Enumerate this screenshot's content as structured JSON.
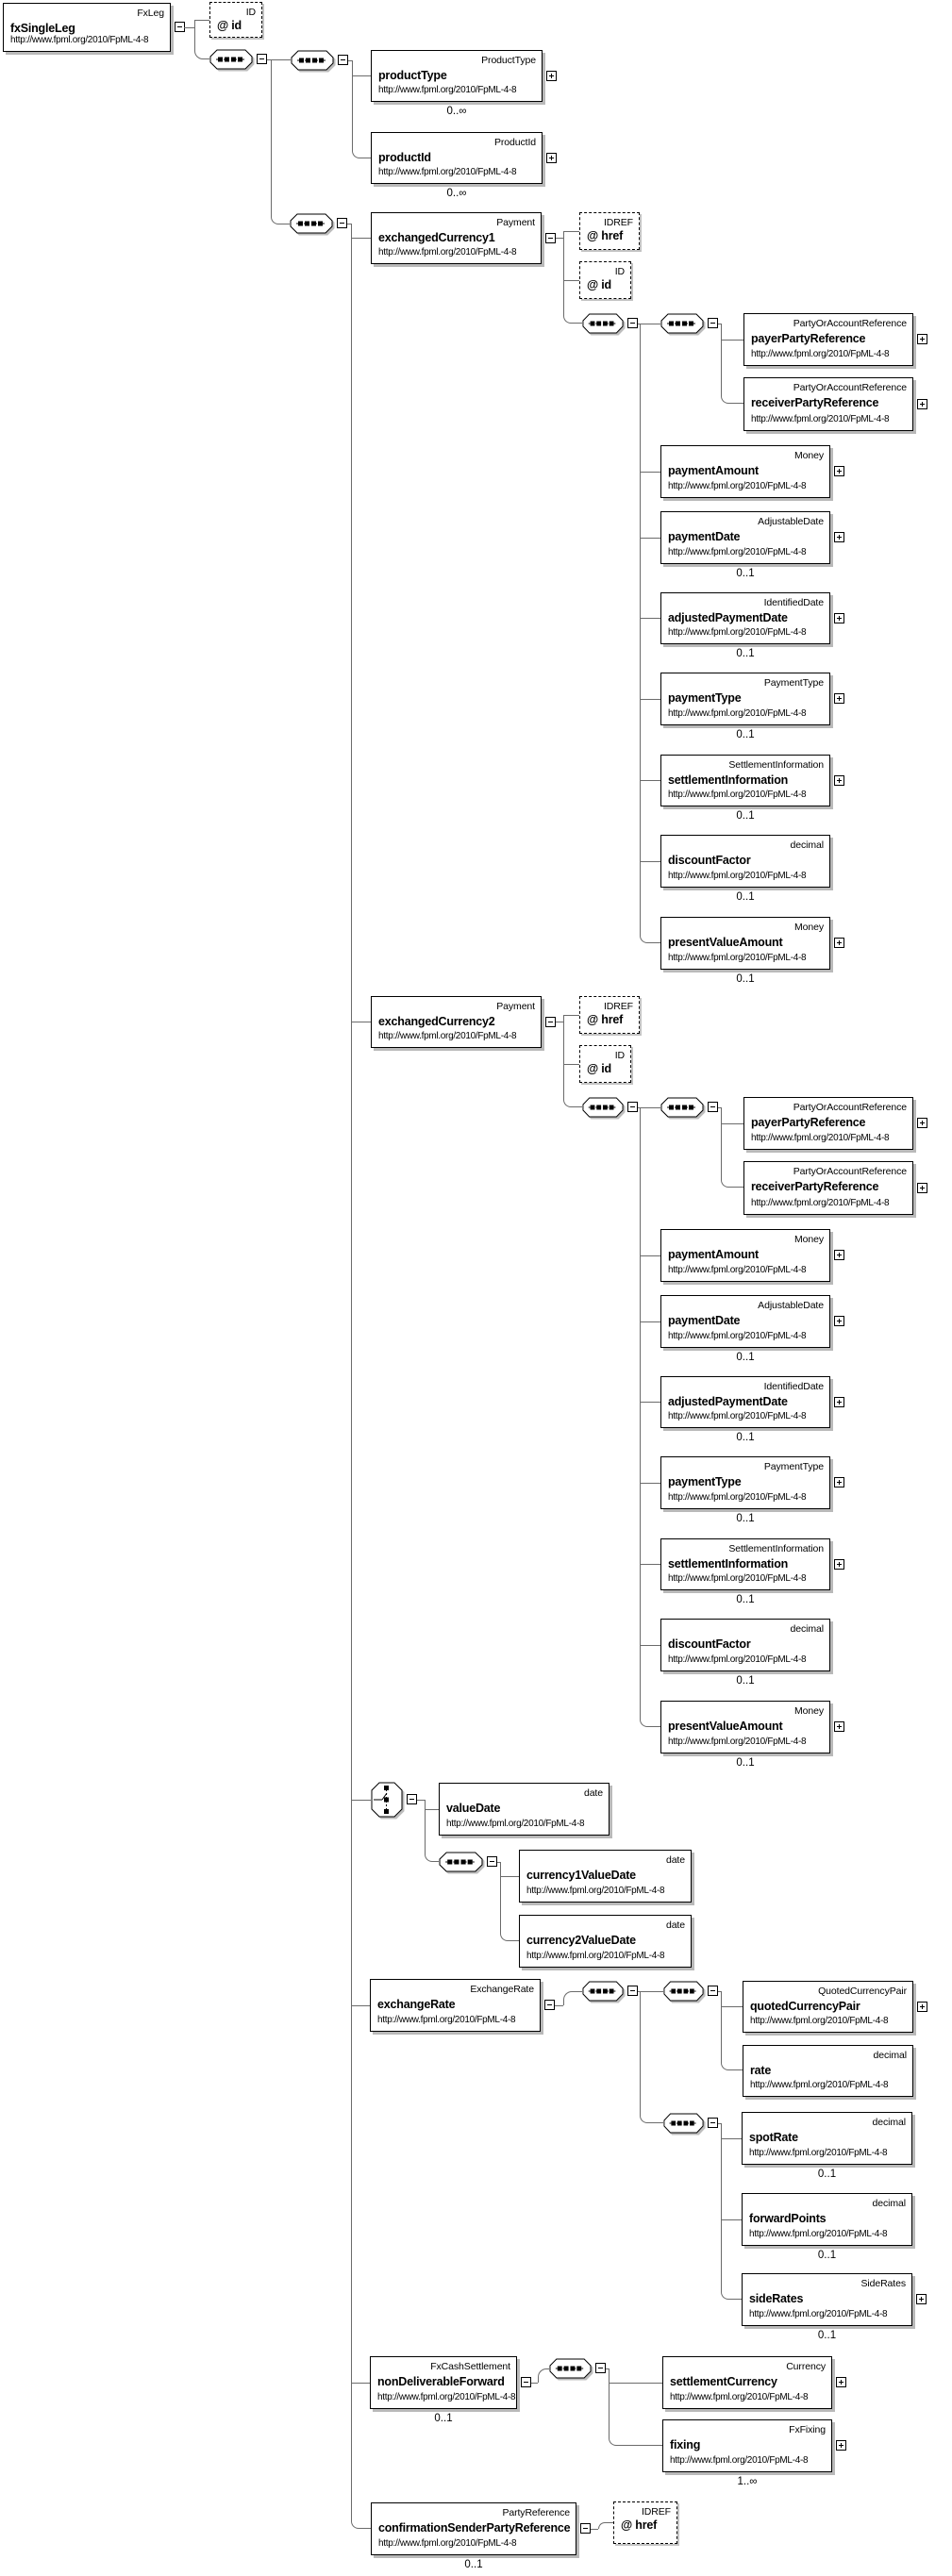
{
  "diagram": {
    "nodes": [
      {
        "id": "fxSingleLeg",
        "kind": "element",
        "name": "fxSingleLeg",
        "type": "FxLeg",
        "ns": "http://www.fpml.org/2010/FpML-4-8",
        "expander": "minus"
      },
      {
        "id": "rootAttrId",
        "kind": "attribute",
        "name": "@ id",
        "type": "ID"
      },
      {
        "id": "seq1",
        "kind": "sequence",
        "expander": "minus"
      },
      {
        "id": "seq2",
        "kind": "sequence",
        "expander": "minus"
      },
      {
        "id": "productType",
        "kind": "element",
        "name": "productType",
        "type": "ProductType",
        "ns": "http://www.fpml.org/2010/FpML-4-8",
        "expander": "plus",
        "multiplicity": "0..∞"
      },
      {
        "id": "productId",
        "kind": "element",
        "name": "productId",
        "type": "ProductId",
        "ns": "http://www.fpml.org/2010/FpML-4-8",
        "expander": "plus",
        "multiplicity": "0..∞"
      },
      {
        "id": "seq3",
        "kind": "sequence",
        "expander": "minus"
      },
      {
        "id": "exchangedCurrency1",
        "kind": "element",
        "name": "exchangedCurrency1",
        "type": "Payment",
        "ns": "http://www.fpml.org/2010/FpML-4-8",
        "expander": "minus"
      },
      {
        "id": "ec1Href",
        "kind": "attribute",
        "name": "@ href",
        "type": "IDREF"
      },
      {
        "id": "ec1Id",
        "kind": "attribute",
        "name": "@ id",
        "type": "ID"
      },
      {
        "id": "ec1Seq",
        "kind": "sequence",
        "expander": "minus"
      },
      {
        "id": "ec1SeqPR",
        "kind": "sequence",
        "expander": "minus"
      },
      {
        "id": "ec1Payer",
        "kind": "element",
        "name": "payerPartyReference",
        "type": "PartyOrAccountReference",
        "ns": "http://www.fpml.org/2010/FpML-4-8",
        "expander": "plus"
      },
      {
        "id": "ec1Receiver",
        "kind": "element",
        "name": "receiverPartyReference",
        "type": "PartyOrAccountReference",
        "ns": "http://www.fpml.org/2010/FpML-4-8",
        "expander": "plus"
      },
      {
        "id": "ec1PaymentAmount",
        "kind": "element",
        "name": "paymentAmount",
        "type": "Money",
        "ns": "http://www.fpml.org/2010/FpML-4-8",
        "expander": "plus"
      },
      {
        "id": "ec1PaymentDate",
        "kind": "element",
        "name": "paymentDate",
        "type": "AdjustableDate",
        "ns": "http://www.fpml.org/2010/FpML-4-8",
        "expander": "plus",
        "multiplicity": "0..1"
      },
      {
        "id": "ec1AdjustedPaymentDate",
        "kind": "element",
        "name": "adjustedPaymentDate",
        "type": "IdentifiedDate",
        "ns": "http://www.fpml.org/2010/FpML-4-8",
        "expander": "plus",
        "multiplicity": "0..1"
      },
      {
        "id": "ec1PaymentType",
        "kind": "element",
        "name": "paymentType",
        "type": "PaymentType",
        "ns": "http://www.fpml.org/2010/FpML-4-8",
        "expander": "plus",
        "multiplicity": "0..1"
      },
      {
        "id": "ec1SettlementInformation",
        "kind": "element",
        "name": "settlementInformation",
        "type": "SettlementInformation",
        "ns": "http://www.fpml.org/2010/FpML-4-8",
        "expander": "plus",
        "multiplicity": "0..1"
      },
      {
        "id": "ec1DiscountFactor",
        "kind": "element",
        "name": "discountFactor",
        "type": "decimal",
        "ns": "http://www.fpml.org/2010/FpML-4-8",
        "multiplicity": "0..1"
      },
      {
        "id": "ec1PresentValueAmount",
        "kind": "element",
        "name": "presentValueAmount",
        "type": "Money",
        "ns": "http://www.fpml.org/2010/FpML-4-8",
        "expander": "plus",
        "multiplicity": "0..1"
      },
      {
        "id": "exchangedCurrency2",
        "kind": "element",
        "name": "exchangedCurrency2",
        "type": "Payment",
        "ns": "http://www.fpml.org/2010/FpML-4-8",
        "expander": "minus"
      },
      {
        "id": "ec2Href",
        "kind": "attribute",
        "name": "@ href",
        "type": "IDREF"
      },
      {
        "id": "ec2Id",
        "kind": "attribute",
        "name": "@ id",
        "type": "ID"
      },
      {
        "id": "ec2Seq",
        "kind": "sequence",
        "expander": "minus"
      },
      {
        "id": "ec2SeqPR",
        "kind": "sequence",
        "expander": "minus"
      },
      {
        "id": "ec2Payer",
        "kind": "element",
        "name": "payerPartyReference",
        "type": "PartyOrAccountReference",
        "ns": "http://www.fpml.org/2010/FpML-4-8",
        "expander": "plus"
      },
      {
        "id": "ec2Receiver",
        "kind": "element",
        "name": "receiverPartyReference",
        "type": "PartyOrAccountReference",
        "ns": "http://www.fpml.org/2010/FpML-4-8",
        "expander": "plus"
      },
      {
        "id": "ec2PaymentAmount",
        "kind": "element",
        "name": "paymentAmount",
        "type": "Money",
        "ns": "http://www.fpml.org/2010/FpML-4-8",
        "expander": "plus"
      },
      {
        "id": "ec2PaymentDate",
        "kind": "element",
        "name": "paymentDate",
        "type": "AdjustableDate",
        "ns": "http://www.fpml.org/2010/FpML-4-8",
        "expander": "plus",
        "multiplicity": "0..1"
      },
      {
        "id": "ec2AdjustedPaymentDate",
        "kind": "element",
        "name": "adjustedPaymentDate",
        "type": "IdentifiedDate",
        "ns": "http://www.fpml.org/2010/FpML-4-8",
        "expander": "plus",
        "multiplicity": "0..1"
      },
      {
        "id": "ec2PaymentType",
        "kind": "element",
        "name": "paymentType",
        "type": "PaymentType",
        "ns": "http://www.fpml.org/2010/FpML-4-8",
        "expander": "plus",
        "multiplicity": "0..1"
      },
      {
        "id": "ec2SettlementInformation",
        "kind": "element",
        "name": "settlementInformation",
        "type": "SettlementInformation",
        "ns": "http://www.fpml.org/2010/FpML-4-8",
        "expander": "plus",
        "multiplicity": "0..1"
      },
      {
        "id": "ec2DiscountFactor",
        "kind": "element",
        "name": "discountFactor",
        "type": "decimal",
        "ns": "http://www.fpml.org/2010/FpML-4-8",
        "multiplicity": "0..1"
      },
      {
        "id": "ec2PresentValueAmount",
        "kind": "element",
        "name": "presentValueAmount",
        "type": "Money",
        "ns": "http://www.fpml.org/2010/FpML-4-8",
        "expander": "plus",
        "multiplicity": "0..1"
      },
      {
        "id": "choice1",
        "kind": "choice",
        "expander": "minus"
      },
      {
        "id": "valueDate",
        "kind": "element",
        "name": "valueDate",
        "type": "date",
        "ns": "http://www.fpml.org/2010/FpML-4-8"
      },
      {
        "id": "seqV",
        "kind": "sequence",
        "expander": "minus"
      },
      {
        "id": "currency1ValueDate",
        "kind": "element",
        "name": "currency1ValueDate",
        "type": "date",
        "ns": "http://www.fpml.org/2010/FpML-4-8"
      },
      {
        "id": "currency2ValueDate",
        "kind": "element",
        "name": "currency2ValueDate",
        "type": "date",
        "ns": "http://www.fpml.org/2010/FpML-4-8"
      },
      {
        "id": "exchangeRate",
        "kind": "element",
        "name": "exchangeRate",
        "type": "ExchangeRate",
        "ns": "http://www.fpml.org/2010/FpML-4-8",
        "expander": "minus"
      },
      {
        "id": "seqE1",
        "kind": "sequence",
        "expander": "minus"
      },
      {
        "id": "seqE2",
        "kind": "sequence",
        "expander": "minus"
      },
      {
        "id": "quotedCurrencyPair",
        "kind": "element",
        "name": "quotedCurrencyPair",
        "type": "QuotedCurrencyPair",
        "ns": "http://www.fpml.org/2010/FpML-4-8",
        "expander": "plus"
      },
      {
        "id": "rate",
        "kind": "element",
        "name": "rate",
        "type": "decimal",
        "ns": "http://www.fpml.org/2010/FpML-4-8"
      },
      {
        "id": "seqE3",
        "kind": "sequence",
        "expander": "minus"
      },
      {
        "id": "spotRate",
        "kind": "element",
        "name": "spotRate",
        "type": "decimal",
        "ns": "http://www.fpml.org/2010/FpML-4-8",
        "multiplicity": "0..1"
      },
      {
        "id": "forwardPoints",
        "kind": "element",
        "name": "forwardPoints",
        "type": "decimal",
        "ns": "http://www.fpml.org/2010/FpML-4-8",
        "multiplicity": "0..1"
      },
      {
        "id": "sideRates",
        "kind": "element",
        "name": "sideRates",
        "type": "SideRates",
        "ns": "http://www.fpml.org/2010/FpML-4-8",
        "expander": "plus",
        "multiplicity": "0..1"
      },
      {
        "id": "nonDeliverableForward",
        "kind": "element",
        "name": "nonDeliverableForward",
        "type": "FxCashSettlement",
        "ns": "http://www.fpml.org/2010/FpML-4-8",
        "expander": "minus",
        "multiplicity": "0..1"
      },
      {
        "id": "seqN",
        "kind": "sequence",
        "expander": "minus"
      },
      {
        "id": "settlementCurrency",
        "kind": "element",
        "name": "settlementCurrency",
        "type": "Currency",
        "ns": "http://www.fpml.org/2010/FpML-4-8",
        "expander": "plus"
      },
      {
        "id": "fixing",
        "kind": "element",
        "name": "fixing",
        "type": "FxFixing",
        "ns": "http://www.fpml.org/2010/FpML-4-8",
        "expander": "plus",
        "multiplicity": "1..∞"
      },
      {
        "id": "confirmationSenderPartyReference",
        "kind": "element",
        "name": "confirmationSenderPartyReference",
        "type": "PartyReference",
        "ns": "http://www.fpml.org/2010/FpML-4-8",
        "expander": "minus",
        "multiplicity": "0..1"
      },
      {
        "id": "csrHref",
        "kind": "attribute",
        "name": "@ href",
        "type": "IDREF"
      }
    ]
  }
}
